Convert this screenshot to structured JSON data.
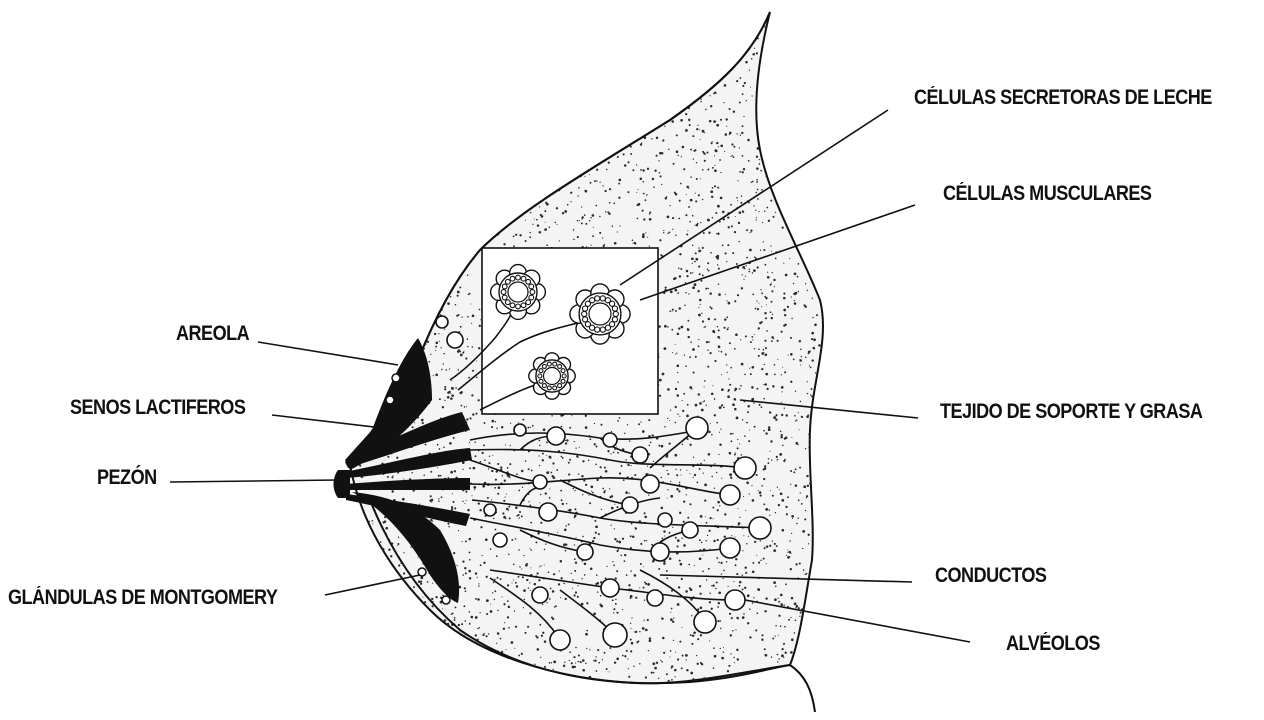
{
  "labels": {
    "celulas_secretoras": "CÉLULAS SECRETORAS DE LECHE",
    "celulas_musculares": "CÉLULAS MUSCULARES",
    "areola": "AREOLA",
    "senos_lactiferos": "SENOS LACTIFEROS",
    "pezon": "PEZÓN",
    "tejido": "TEJIDO DE SOPORTE Y GRASA",
    "glandulas": "GLÁNDULAS DE MONTGOMERY",
    "conductos": "CONDUCTOS",
    "alveolos": "ALVÉOLOS"
  },
  "colors": {
    "ink": "#111111",
    "paper": "#ffffff",
    "stipple": "#2a2a2a"
  }
}
